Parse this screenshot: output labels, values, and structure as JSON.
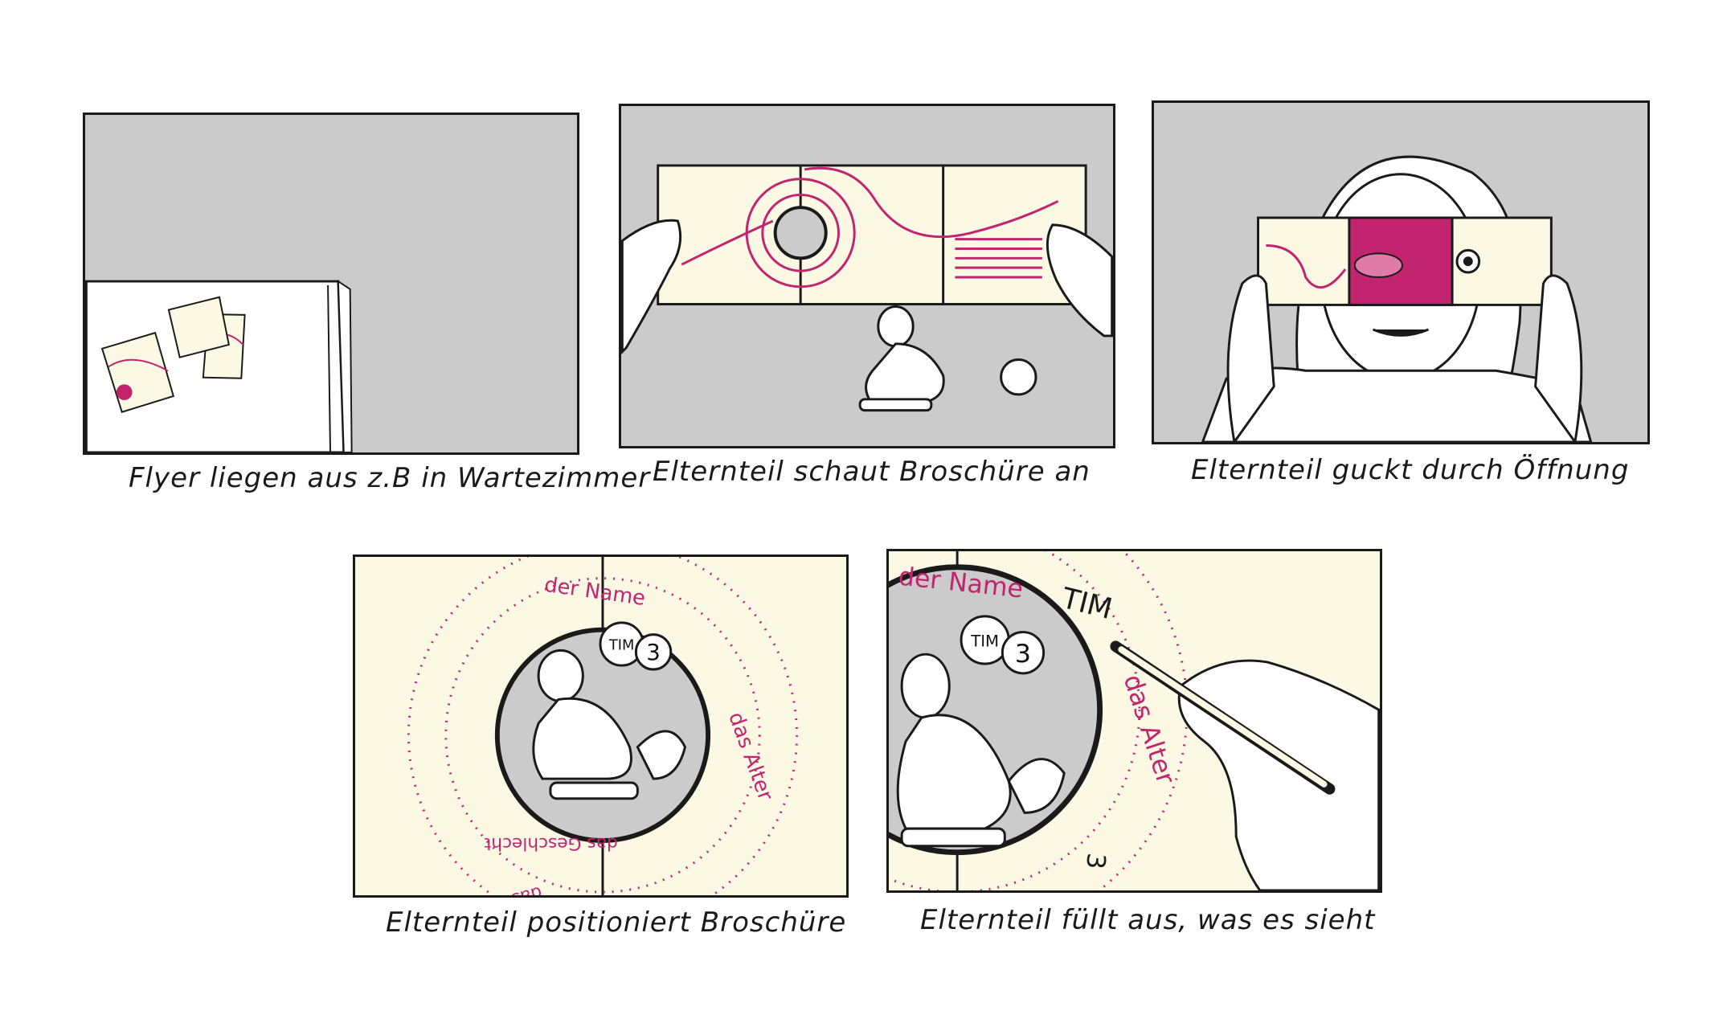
{
  "panels": [
    {
      "caption": "Flyer liegen aus z.B in Wartezimmer"
    },
    {
      "caption": "Elternteil schaut Broschüre an"
    },
    {
      "caption": "Elternteil guckt durch Öffnung"
    },
    {
      "caption": "Elternteil positioniert Broschüre",
      "labels": {
        "name": "der Name",
        "age": "das Alter",
        "gender": "das Geschlecht",
        "toy": "das Lieblingsspielzeug",
        "balloon_name": "TIM",
        "balloon_age": "3"
      }
    },
    {
      "caption": "Elternteil füllt aus, was es sieht",
      "labels": {
        "name": "der Name",
        "written_name": "TIM",
        "age": "das Alter",
        "written_age": "3",
        "balloon_name": "TIM",
        "balloon_age": "3"
      }
    }
  ],
  "colors": {
    "panel_bg": "#cbcbcb",
    "paper": "#fbf8e4",
    "accent": "#c2246f",
    "ink": "#1a1a1a"
  }
}
